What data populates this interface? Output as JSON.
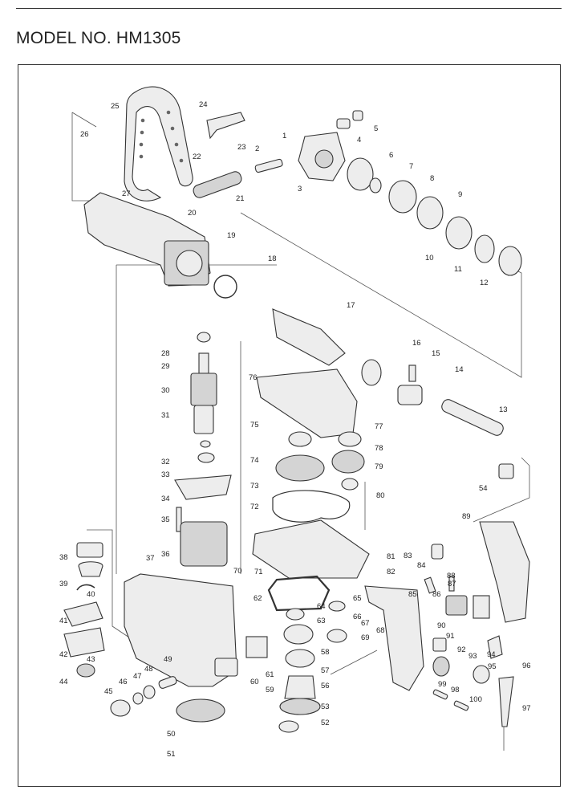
{
  "header": {
    "model": "MODEL NO. HM1305"
  },
  "parts": [
    {
      "num": "1"
    },
    {
      "num": "2"
    },
    {
      "num": "3"
    },
    {
      "num": "4"
    },
    {
      "num": "5"
    },
    {
      "num": "6"
    },
    {
      "num": "7"
    },
    {
      "num": "8"
    },
    {
      "num": "9"
    },
    {
      "num": "10"
    },
    {
      "num": "11"
    },
    {
      "num": "12"
    },
    {
      "num": "13"
    },
    {
      "num": "14"
    },
    {
      "num": "15"
    },
    {
      "num": "16"
    },
    {
      "num": "17"
    },
    {
      "num": "18"
    },
    {
      "num": "19"
    },
    {
      "num": "20"
    },
    {
      "num": "21"
    },
    {
      "num": "22"
    },
    {
      "num": "23"
    },
    {
      "num": "24"
    },
    {
      "num": "25"
    },
    {
      "num": "26"
    },
    {
      "num": "27"
    },
    {
      "num": "28"
    },
    {
      "num": "29"
    },
    {
      "num": "30"
    },
    {
      "num": "31"
    },
    {
      "num": "32"
    },
    {
      "num": "33"
    },
    {
      "num": "34"
    },
    {
      "num": "35"
    },
    {
      "num": "36"
    },
    {
      "num": "37"
    },
    {
      "num": "38"
    },
    {
      "num": "39"
    },
    {
      "num": "40"
    },
    {
      "num": "41"
    },
    {
      "num": "42"
    },
    {
      "num": "43"
    },
    {
      "num": "44"
    },
    {
      "num": "45"
    },
    {
      "num": "46"
    },
    {
      "num": "47"
    },
    {
      "num": "48"
    },
    {
      "num": "49"
    },
    {
      "num": "50"
    },
    {
      "num": "51"
    },
    {
      "num": "52"
    },
    {
      "num": "53"
    },
    {
      "num": "54"
    },
    {
      "num": "56"
    },
    {
      "num": "57"
    },
    {
      "num": "58"
    },
    {
      "num": "59"
    },
    {
      "num": "60"
    },
    {
      "num": "61"
    },
    {
      "num": "62"
    },
    {
      "num": "63"
    },
    {
      "num": "64"
    },
    {
      "num": "65"
    },
    {
      "num": "66"
    },
    {
      "num": "67"
    },
    {
      "num": "68"
    },
    {
      "num": "69"
    },
    {
      "num": "70"
    },
    {
      "num": "71"
    },
    {
      "num": "72"
    },
    {
      "num": "73"
    },
    {
      "num": "74"
    },
    {
      "num": "75"
    },
    {
      "num": "76"
    },
    {
      "num": "77"
    },
    {
      "num": "78"
    },
    {
      "num": "79"
    },
    {
      "num": "80"
    },
    {
      "num": "81"
    },
    {
      "num": "82"
    },
    {
      "num": "83"
    },
    {
      "num": "84"
    },
    {
      "num": "85"
    },
    {
      "num": "86"
    },
    {
      "num": "87"
    },
    {
      "num": "88"
    },
    {
      "num": "89"
    },
    {
      "num": "90"
    },
    {
      "num": "91"
    },
    {
      "num": "92"
    },
    {
      "num": "93"
    },
    {
      "num": "94"
    },
    {
      "num": "95"
    },
    {
      "num": "96"
    },
    {
      "num": "97"
    },
    {
      "num": "98"
    },
    {
      "num": "99"
    },
    {
      "num": "100"
    }
  ]
}
